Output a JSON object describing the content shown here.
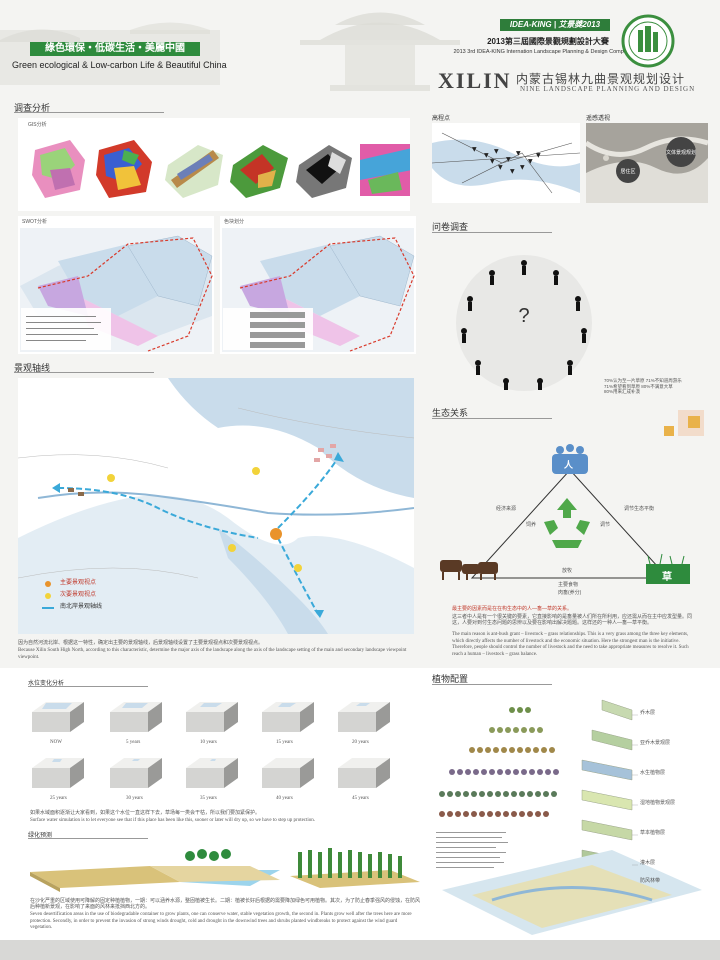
{
  "header": {
    "slogan_cn": "綠色環保・低碳生活・美麗中國",
    "slogan_en": "Green ecological & Low-carbon Life & Beautiful China",
    "brand": "IDEA-KING | 艾景獎2013",
    "competition_cn": "2013第三屆國際景觀規劃設計大賽",
    "competition_en": "2013 3rd IDEA-KING Internation Landscape Planning & Design Competition",
    "project_xilin": "XILIN",
    "project_cn": "内蒙古锡林九曲景观规划设计",
    "project_en": "NINE LANDSCAPE PLANNING AND DESIGN"
  },
  "survey": {
    "title": "调查分析",
    "gis_label": "GIS分析",
    "swot_label": "SWOT分析",
    "color_label": "色块划分"
  },
  "elevation": {
    "title": "高程点",
    "photo_title": "遥感透视",
    "callout_a": "文体景观规划",
    "callout_b": "居住区"
  },
  "questionnaire": {
    "title": "问卷调查",
    "center_mark": "?",
    "stats": "70%认为至一片草原 71%不知道周游乐\n71%希望看到草原 80%不满意大草\n80%用来汇成补漠"
  },
  "axis": {
    "title": "景观轴线",
    "legend": [
      "主要景观视点",
      "次要景观视点",
      "南北岸景观轴线"
    ],
    "desc_cn": "因为自然河流北岸、根据这一特性，确定出主要的景观轴线，后景观轴线设置了主要景观视点和次要景观视点。",
    "desc_en": "Because Xilin South High North, according to this characteristic, determine the major axis of the landscape along the axis of the landscape setting of the main and secondary landscape viewpoint viewpoint."
  },
  "ecology": {
    "title": "生态关系",
    "top_node": "人",
    "bottom_right": "草",
    "left_edge": "经济来源",
    "right_edge": "调节生态平衡",
    "left_inner": "饲养",
    "right_inner": "调节",
    "bottom_edge": "放牧",
    "food_label": "主要食物",
    "food_sub": "肉畜(养分)",
    "para1_cn": "最主要的因素而是在在构生态中的人—畜—草的关系。",
    "para2_cn": "这三者中人是有一个很关键的要素，它直接影响的是畜量被人们所在所利用，应还需从而在主中应发型量。同这，人要对到付生态问题的思辨以及要在影响出解决题题。这样还的一种人—畜—草平衡。",
    "para_en": "The main reason is ant-bush grant – livestock – grass relationships. This is a very grass among the three key elements, which directly affects the number of livestock and the economic situation. Here the strongest man is the initiative. Therefore, people should control the number of livestock and the need to take appropriate measures to resolve it. Such reach a human – livestock – grass balance."
  },
  "water": {
    "title": "水位变化分析",
    "years": [
      "NOW",
      "5 years",
      "10 years",
      "15 years",
      "20 years",
      "25 years",
      "30 years",
      "35 years",
      "40 years",
      "45 years"
    ],
    "desc_cn": "如果水域面积逐渐让大家看到，如果这个水位一直这样下去，草场每一类会干枯，所以我们要加紧保护。",
    "desc_en": "Surface water simulation is to let everyone see that if this place has been like this, sooner or later will dry up, so we have to step up protection."
  },
  "greening": {
    "title": "绿化预测",
    "desc_cn": "在沙化严重的区域使用可降解的固定种植植物，一期：可以涵养水源，整固植被生长。二期：植被长好后根据的需要降加绿色可用植物。其次，为了防止春季强风的侵蚀，在防风后种植新景观，在影响了来面的风林来抵挡西北方的。",
    "desc_en": "Seven desertification areas in the use of biodegradable container to grow plants, one can conserve water, stable vegetation growth, the second in. Plants grow well after the trees here are more protection. Secondly, in order to prevent the invasion of strong winds drought, cold and drought in the downwind trees and shrubs planted windbreaks to protect against the wind guard vegetation."
  },
  "planting": {
    "title": "植物配置",
    "layers": [
      "乔木层",
      "亚乔木景观层",
      "水生植物层",
      "湿地植物景观层",
      "草本植物层",
      "灌木层",
      "防风林带"
    ]
  },
  "colors": {
    "sky_blue": "#c9dceb",
    "river": "#8fb7d6",
    "swot_purple": "#c7a7e0",
    "swot_pink": "#efc3e8",
    "red_dash": "#d93a2b",
    "arrow_blue": "#3aa9d9",
    "recycle_green": "#4fa84a",
    "person_blue": "#5a8fc9",
    "grass_green": "#2e8b3d"
  }
}
